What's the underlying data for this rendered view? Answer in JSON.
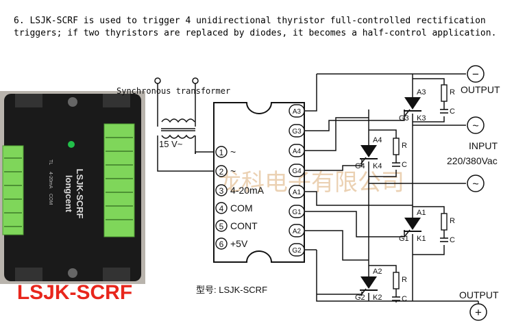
{
  "caption": {
    "line1": "6. LSJK-SCRF is used to trigger 4 unidirectional thyristor full-controlled rectification",
    "line2": "triggers; if two thyristors are replaced by diodes, it becomes a half-control application."
  },
  "product": {
    "model_label": "LSJK-SCRF",
    "module_brand": "longcent",
    "module_model": "LSJK-SCRF",
    "module_pins": [
      "TL",
      "4-20mA",
      "COM"
    ]
  },
  "transformer": {
    "label": "Synchronous transformer",
    "voltage": "15 V~"
  },
  "controller": {
    "left_pins": [
      {
        "num": "1",
        "label": "~"
      },
      {
        "num": "2",
        "label": "~"
      },
      {
        "num": "3",
        "label": "4-20mA"
      },
      {
        "num": "4",
        "label": "COM"
      },
      {
        "num": "5",
        "label": "CONT"
      },
      {
        "num": "6",
        "label": "+5V"
      }
    ],
    "right_pins": [
      "A3",
      "G3",
      "A4",
      "G4",
      "A1",
      "G1",
      "A2",
      "G2"
    ],
    "model_caption": "型号: LSJK-SCRF"
  },
  "thyristors": [
    {
      "anode": "A3",
      "gate": "G3",
      "cathode": "K3"
    },
    {
      "anode": "A4",
      "gate": "G4",
      "cathode": "K4"
    },
    {
      "anode": "A1",
      "gate": "G1",
      "cathode": "K1"
    },
    {
      "anode": "A2",
      "gate": "G2",
      "cathode": "K2"
    }
  ],
  "snubber": {
    "r": "R",
    "c": "C"
  },
  "terminals": {
    "output_top": "OUTPUT",
    "input": "INPUT",
    "input_voltage": "220/380Vac",
    "output_bottom": "OUTPUT",
    "minus_symbol": "−",
    "plus_symbol": "+",
    "ac_symbol": "~"
  },
  "watermark": "龙科电子有限公司",
  "colors": {
    "accent_red": "#e8261c",
    "terminal_green": "#7fd65a",
    "module_black": "#1a1a1a"
  }
}
